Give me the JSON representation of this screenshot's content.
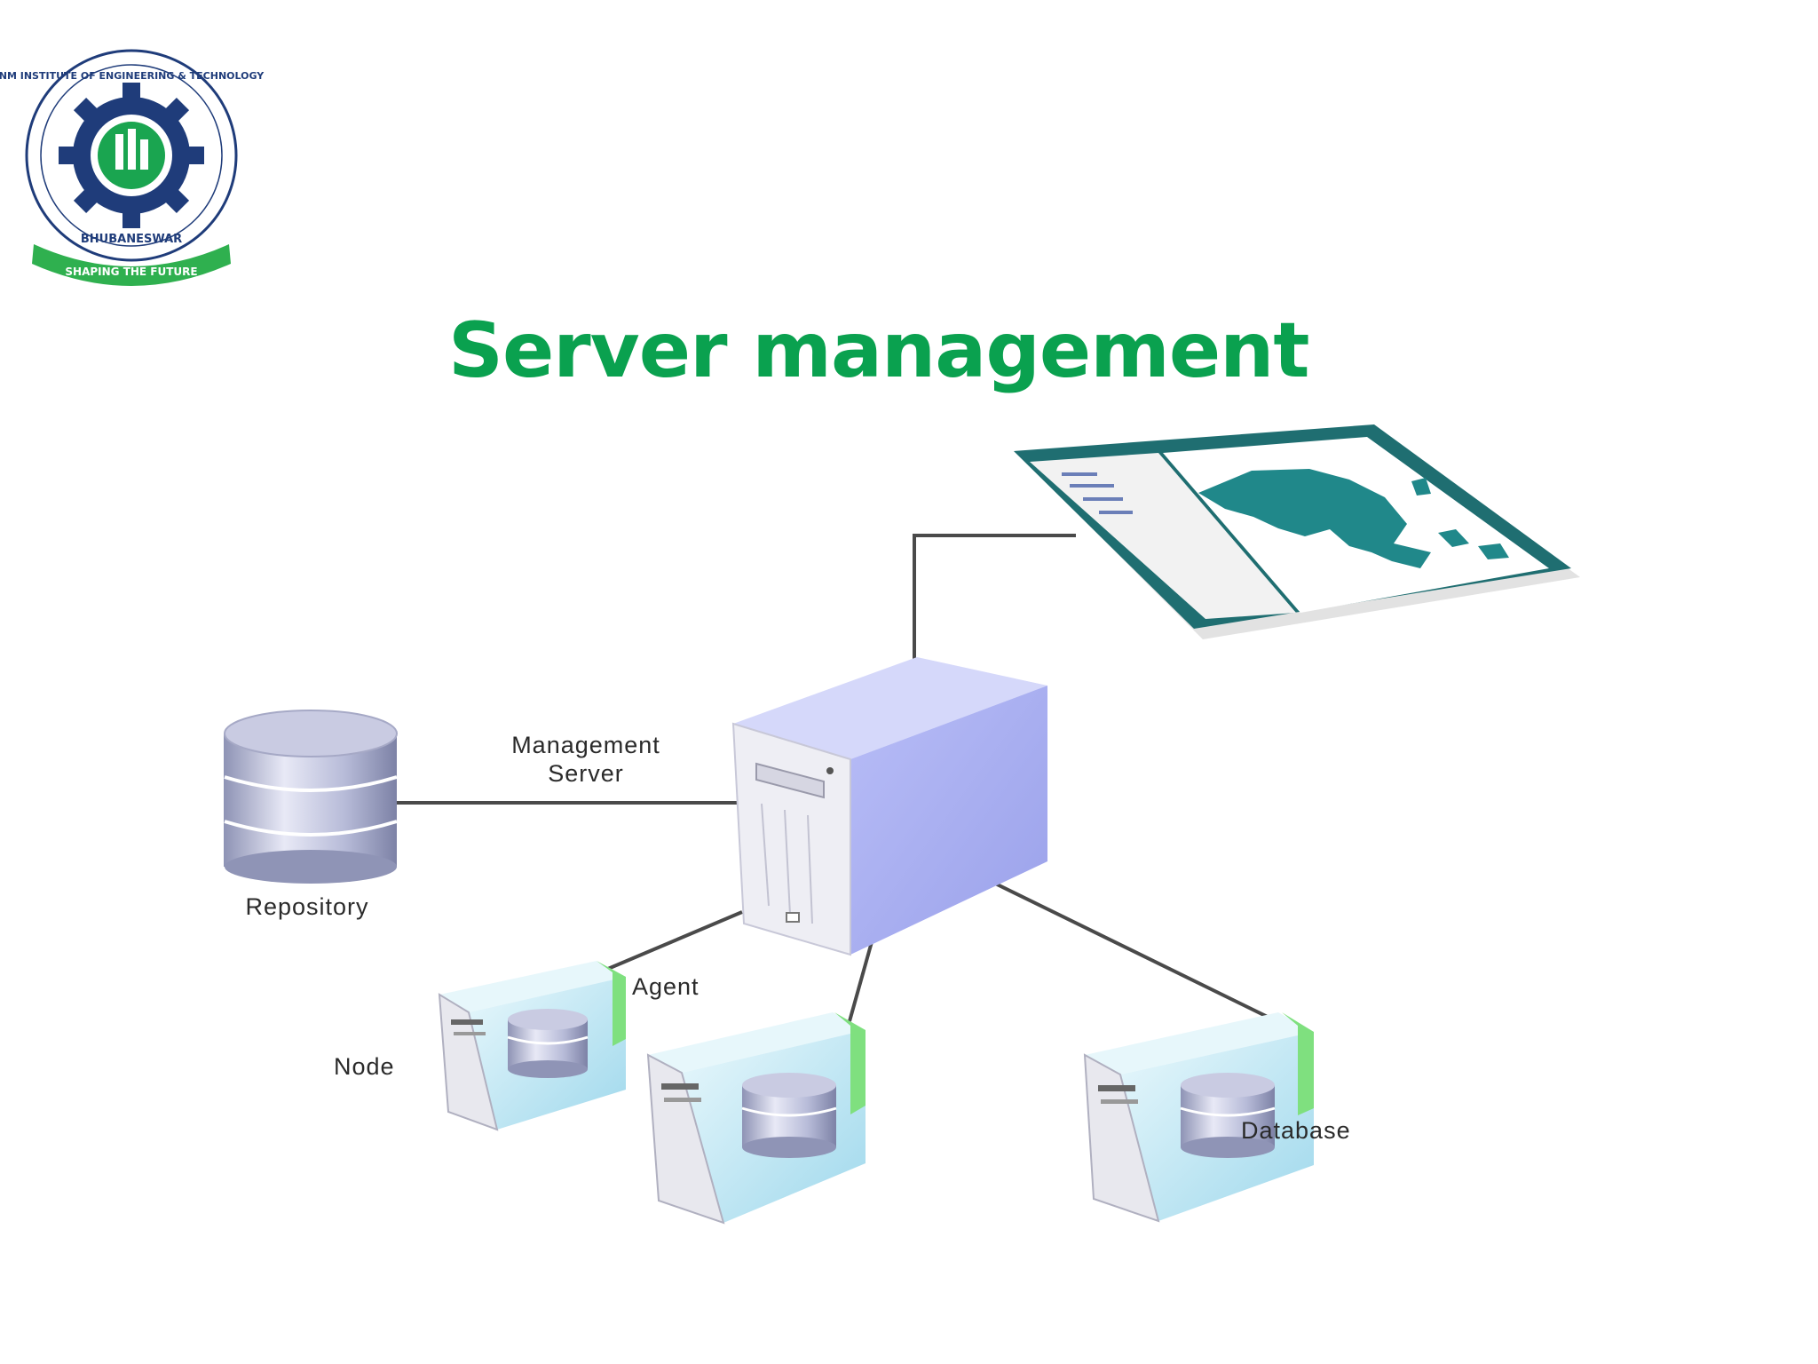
{
  "colors": {
    "title": "#0aa14f",
    "server_face": "#aab0f2",
    "server_front": "#f1f1f6",
    "node_face": "#bfe7f4",
    "connector": "#4a4a4a",
    "map_land": "#20888a",
    "node_accent": "#7fe07f"
  },
  "logo": {
    "ring_text": "NM INSTITUTE OF ENGINEERING & TECHNOLOGY",
    "city": "BHUBANESWAR",
    "motto": "SHAPING THE FUTURE"
  },
  "slide": {
    "title": "Server management"
  },
  "labels": {
    "management_server_line1": "Management",
    "management_server_line2": "Server",
    "repository": "Repository",
    "agent": "Agent",
    "node": "Node",
    "database": "Database"
  }
}
